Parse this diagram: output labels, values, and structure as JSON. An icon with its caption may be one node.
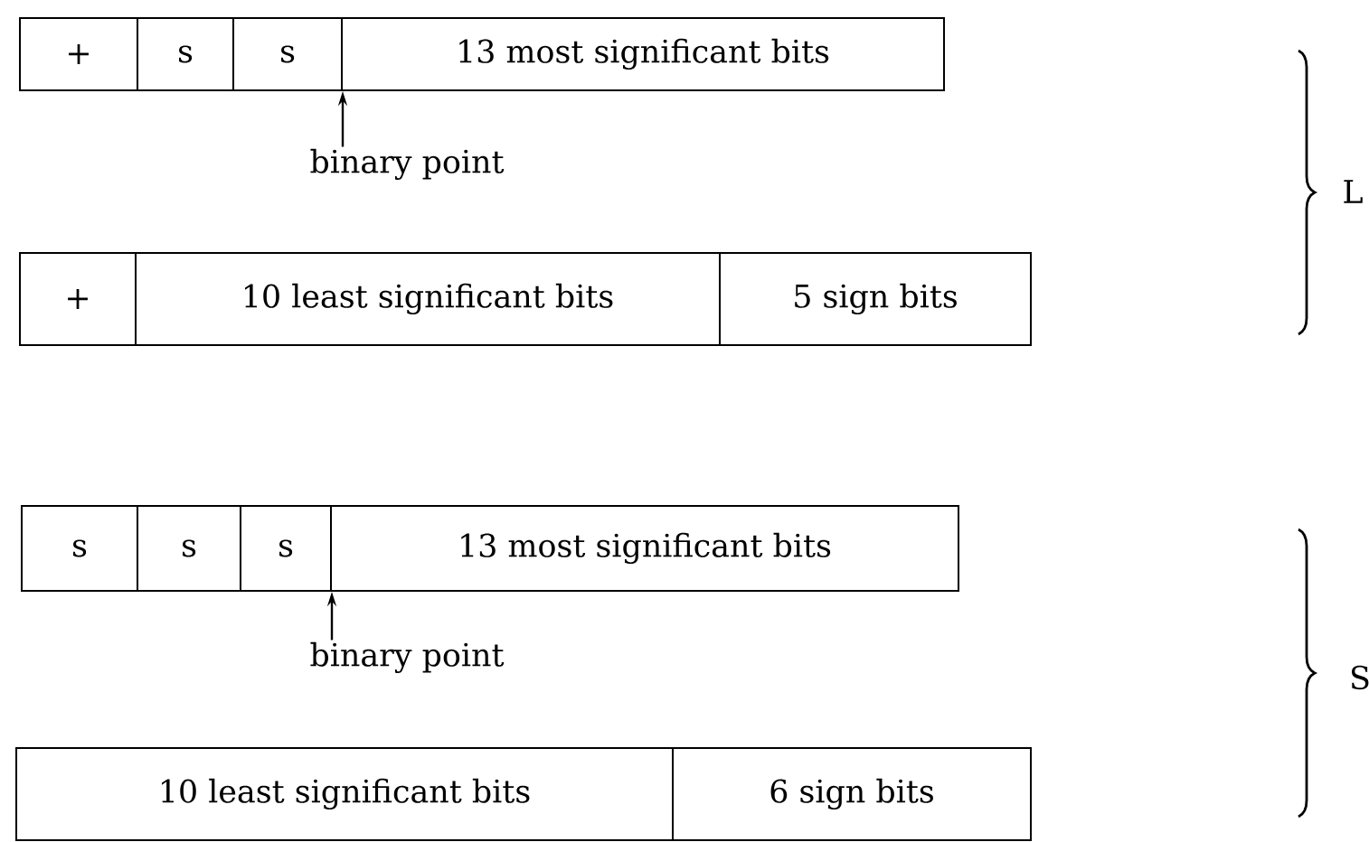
{
  "diagram": {
    "nodes": [
      {
        "text": [
          "+"
        ]
      },
      {
        "text": [
          "s"
        ]
      },
      {
        "text": [
          "s"
        ]
      },
      {
        "text": [
          "13 most significant bits"
        ]
      },
      {
        "text": [
          "binary point"
        ]
      },
      {
        "text": [
          "+"
        ]
      },
      {
        "text": [
          "10 least significant bits"
        ]
      },
      {
        "text": [
          "5 sign bits"
        ]
      },
      {
        "text": [
          "s"
        ]
      },
      {
        "text": [
          "s"
        ]
      },
      {
        "text": [
          "s"
        ]
      },
      {
        "text": [
          "13 most significant bits"
        ]
      },
      {
        "text": [
          "binary point"
        ]
      },
      {
        "text": [
          "10 least significant bits"
        ]
      },
      {
        "text": [
          "6 sign bits"
        ]
      }
    ],
    "edges": [
      {
        "from": 4,
        "to": 2,
        "arrow": "to"
      },
      {
        "from": 12,
        "to": 10,
        "arrow": "to"
      }
    ],
    "labels": [
      "L",
      "S"
    ]
  }
}
